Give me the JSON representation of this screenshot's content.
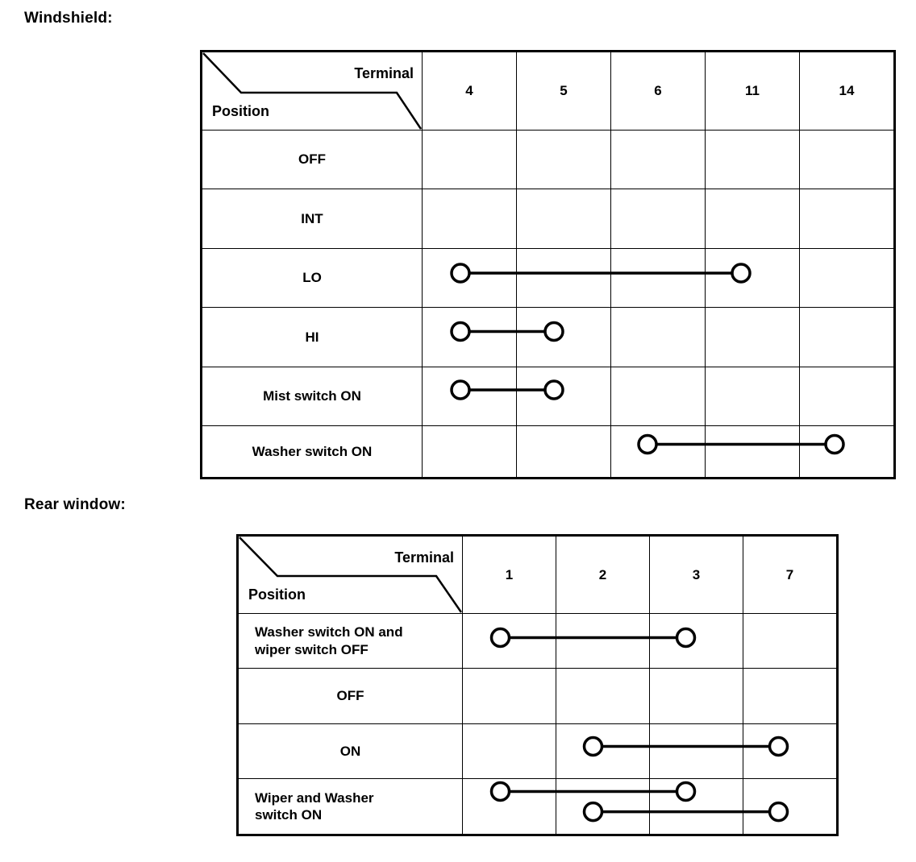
{
  "page": {
    "windshield_caption": "Windshield:",
    "rear_caption": "Rear window:"
  },
  "header_labels": {
    "terminal": "Terminal",
    "position": "Position"
  },
  "windshield_table": {
    "terminals": [
      "4",
      "5",
      "6",
      "11",
      "14"
    ],
    "rows": [
      {
        "label": "OFF",
        "connections": []
      },
      {
        "label": "INT",
        "connections": []
      },
      {
        "label": "LO",
        "connections": [
          [
            "4",
            "11"
          ]
        ]
      },
      {
        "label": "HI",
        "connections": [
          [
            "4",
            "5"
          ]
        ]
      },
      {
        "label": "Mist switch ON",
        "connections": [
          [
            "4",
            "5"
          ]
        ]
      },
      {
        "label": "Washer switch ON",
        "connections": [
          [
            "6",
            "14"
          ]
        ]
      }
    ]
  },
  "rear_table": {
    "terminals": [
      "1",
      "2",
      "3",
      "7"
    ],
    "rows": [
      {
        "label": "Washer switch ON and\nwiper switch OFF",
        "connections": [
          [
            "1",
            "3"
          ]
        ]
      },
      {
        "label": "OFF",
        "connections": []
      },
      {
        "label": "ON",
        "connections": [
          [
            "2",
            "7"
          ]
        ]
      },
      {
        "label": "Wiper and Washer\nswitch ON",
        "connections": [
          [
            "1",
            "3"
          ],
          [
            "2",
            "7"
          ]
        ]
      }
    ]
  },
  "style": {
    "line_color": "#000000",
    "background": "#ffffff"
  }
}
